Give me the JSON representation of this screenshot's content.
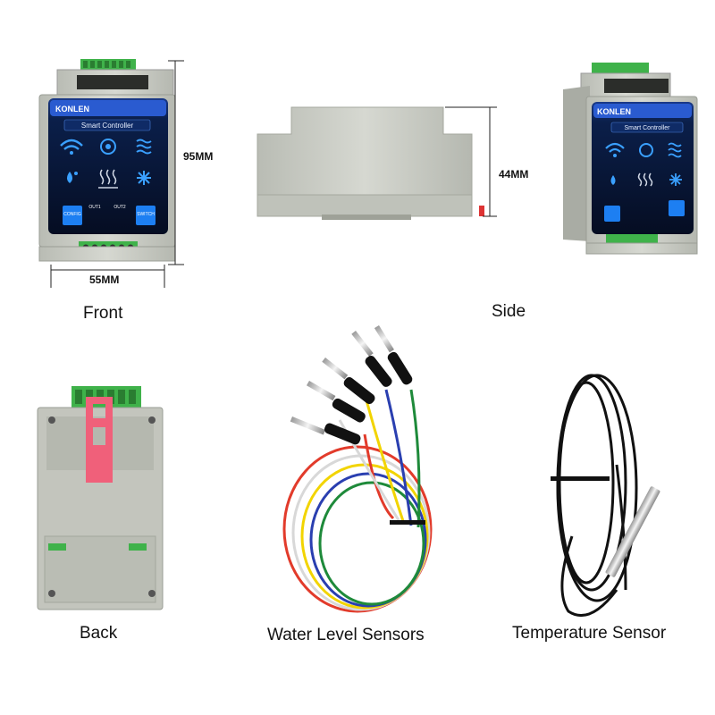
{
  "captions": {
    "front": "Front",
    "side": "Side",
    "back": "Back",
    "water": "Water Level Sensors",
    "temp": "Temperature Sensor"
  },
  "dimensions": {
    "height": "95MM",
    "width": "55MM",
    "depth": "44MM"
  },
  "device": {
    "brand": "KONLEN",
    "title": "Smart Controller",
    "btn_config": "CONFIG",
    "btn_switch": "SWITCH",
    "out1": "OUT1",
    "out2": "OUT2"
  },
  "colors": {
    "housing": "#c9cbc4",
    "panel": "#0b1f4a",
    "accent_blue": "#3aa0ff",
    "latch": "#f0607a",
    "terminal": "#3fb24a"
  },
  "wire_colors": [
    "#1e8a3a",
    "#2a3fb0",
    "#f2d400",
    "#d8d8d8",
    "#e23b2b"
  ]
}
